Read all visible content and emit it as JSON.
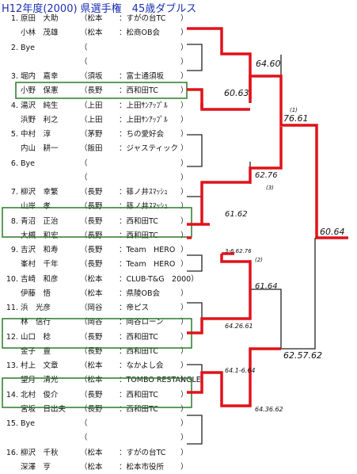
{
  "title": "H12年度(2000) 県選手権　45歳ダブルス",
  "entries": [
    {
      "seed": "1.",
      "name": "原田　大助",
      "pref": "（松本",
      "club": "：すがの台TC",
      "close": "）"
    },
    {
      "seed": "",
      "name": "小林　茂雄",
      "pref": "（松本",
      "club": "：松商OB会",
      "close": "）"
    },
    {
      "seed": "2.",
      "name": "Bye",
      "pref": "（",
      "club": "",
      "close": "）"
    },
    {
      "seed": "",
      "name": "",
      "pref": "（",
      "club": "",
      "close": "）"
    },
    {
      "seed": "3.",
      "name": "堀内　嘉幸",
      "pref": "（須坂",
      "club": "：富士通須坂",
      "close": "）"
    },
    {
      "seed": "",
      "name": "小野　保憲",
      "pref": "（長野",
      "club": "：西和田TC",
      "close": "）"
    },
    {
      "seed": "4.",
      "name": "湯沢　純生",
      "pref": "（上田",
      "club": "：上田ｻﾝｱｯﾌﾟﾙ",
      "close": "）"
    },
    {
      "seed": "",
      "name": "浜野　利之",
      "pref": "（上田",
      "club": "：上田ｻﾝｱｯﾌﾟﾙ",
      "close": "）"
    },
    {
      "seed": "5.",
      "name": "中村　淳",
      "pref": "（茅野",
      "club": "：ちの愛好会",
      "close": "）"
    },
    {
      "seed": "",
      "name": "内山　耕一",
      "pref": "（飯田",
      "club": "：ジャスティック",
      "close": "）"
    },
    {
      "seed": "6.",
      "name": "Bye",
      "pref": "（",
      "club": "",
      "close": "）"
    },
    {
      "seed": "",
      "name": "",
      "pref": "（",
      "club": "",
      "close": "）"
    },
    {
      "seed": "7.",
      "name": "柳沢　幸繁",
      "pref": "（長野",
      "club": "：篠ノ井ｽﾏｯｼｭ",
      "close": "）"
    },
    {
      "seed": "",
      "name": "山岸　孝",
      "pref": "（長野",
      "club": "：篠ノ井ｽﾏｯｼｭ",
      "close": "）"
    },
    {
      "seed": "8.",
      "name": "青沼　正治",
      "pref": "（長野",
      "club": "：西和田TC",
      "close": "）"
    },
    {
      "seed": "",
      "name": "大槻　和宏",
      "pref": "（長野",
      "club": "：西和田TC",
      "close": "）"
    },
    {
      "seed": "9.",
      "name": "吉沢　和寿",
      "pref": "（長野",
      "club": "：Team　HERO",
      "close": "）"
    },
    {
      "seed": "",
      "name": "峯村　千年",
      "pref": "（長野",
      "club": "：Team　HERO",
      "close": "）"
    },
    {
      "seed": "10.",
      "name": "吉崎　和彦",
      "pref": "（松本",
      "club": "：CLUB-T&G　2000）",
      "close": ""
    },
    {
      "seed": "",
      "name": "伊藤　悟",
      "pref": "（松本",
      "club": "：県陵OB会",
      "close": "）"
    },
    {
      "seed": "11.",
      "name": "浜　光彦",
      "pref": "（岡谷",
      "club": "：帝ピス",
      "close": "）"
    },
    {
      "seed": "",
      "name": "林　信行",
      "pref": "（岡谷",
      "club": "：岡谷ローン",
      "close": "）"
    },
    {
      "seed": "12.",
      "name": "山口　稔",
      "pref": "（長野",
      "club": "：西和田TC",
      "close": "）"
    },
    {
      "seed": "",
      "name": "金子　豊",
      "pref": "（長野",
      "club": "：西和田TC",
      "close": "）"
    },
    {
      "seed": "13.",
      "name": "村上　文章",
      "pref": "（松本",
      "club": "：なかよし会",
      "close": "）"
    },
    {
      "seed": "",
      "name": "望月　清光",
      "pref": "（松本",
      "club": "：TOMBO RESTANGLE",
      "close": "）"
    },
    {
      "seed": "14.",
      "name": "北村　俊介",
      "pref": "（長野",
      "club": "：西和田TC",
      "close": "）"
    },
    {
      "seed": "",
      "name": "宮坂　日出夫",
      "pref": "（長野",
      "club": "：西和田TC",
      "close": "）"
    },
    {
      "seed": "15.",
      "name": "Bye",
      "pref": "（",
      "club": "",
      "close": "）"
    },
    {
      "seed": "",
      "name": "",
      "pref": "（",
      "club": "",
      "close": "）"
    },
    {
      "seed": "16.",
      "name": "柳沢　千秋",
      "pref": "（松本",
      "club": "：すがの台TC",
      "close": "）"
    },
    {
      "seed": "",
      "name": "深澤　亨",
      "pref": "（松本",
      "club": "：松本市役所",
      "close": "）"
    }
  ],
  "scores": {
    "r2_top": "64.60",
    "r1_3": "60.63",
    "r2_2": "62.76",
    "r2_2_note": "(3)",
    "r1_8": "61.62",
    "r3_top": "76.61",
    "r3_top_note": "(1)",
    "final": "60.64",
    "r1_9": "3-6.62.76",
    "r1_9_note": "(2)",
    "r2_3": "61.64",
    "r1_12": "64.26.61",
    "r3_bottom": "62.57.62",
    "r1_14": "64.1-6.64",
    "r2_4": "64.36.62"
  },
  "colors": {
    "winner_line": "#e0121a",
    "bracket_line": "#222222",
    "highlight_box": "#2a7a2a",
    "title": "#1a2fb0"
  }
}
